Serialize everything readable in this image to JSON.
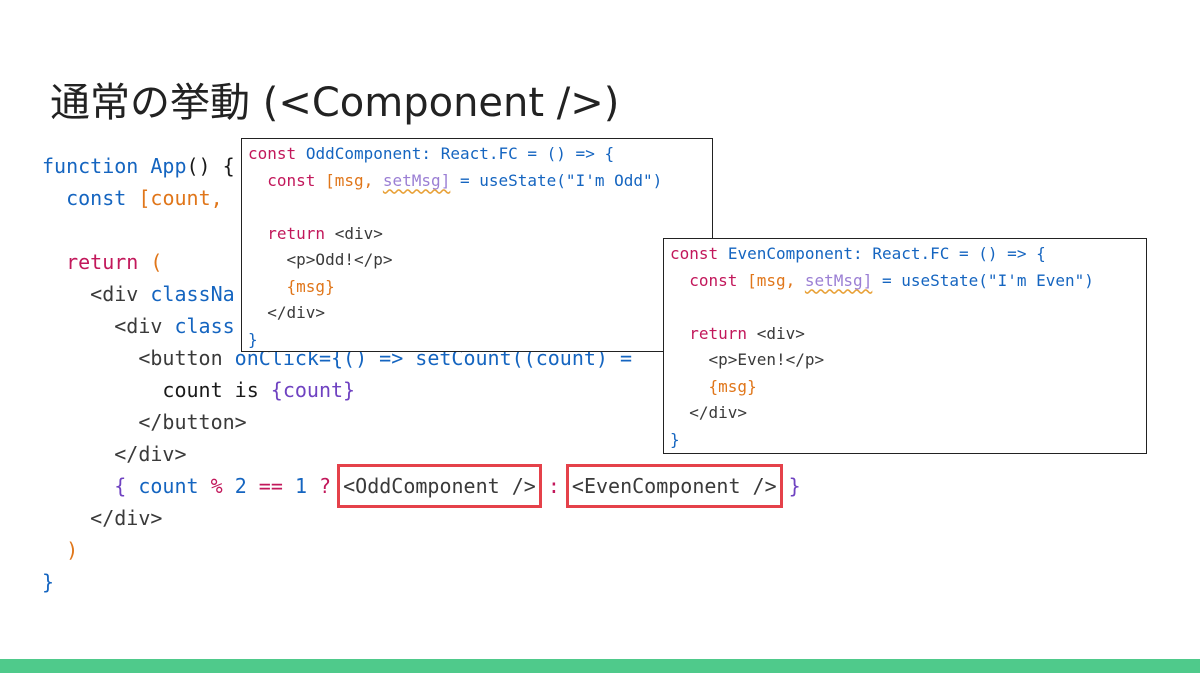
{
  "title": "通常の挙動 (<Component />)",
  "main_code": {
    "l1": {
      "kw": "function",
      "fn": "App",
      "rest": "() {"
    },
    "l2": {
      "kw": "const",
      "rest": "[count,"
    },
    "l4": {
      "kw": "return",
      "paren": "("
    },
    "l5": {
      "tag": "<div",
      "attr": "classNa"
    },
    "l6": {
      "tag": "<div",
      "attr": "class"
    },
    "l7": {
      "tag": "<button",
      "attr": "onClick={() => setCount((count) ="
    },
    "l8": {
      "text": "count is",
      "expr": "{count}"
    },
    "l9": {
      "text": "</button>"
    },
    "l10": {
      "text": "</div>"
    },
    "l11": {
      "open": "{",
      "ident": "count",
      "op": "%",
      "n2": "2",
      "eq": "==",
      "n1": "1",
      "q": "?",
      "odd": "<OddComponent />",
      "colon": ":",
      "even": "<EvenComponent />",
      "close": "}"
    },
    "l12": {
      "text": "</div>"
    },
    "l13": {
      "text": ")"
    },
    "l14": {
      "text": "}"
    }
  },
  "odd_popup": {
    "l1": {
      "kw": "const",
      "name": "OddComponent:",
      "type": "React.FC",
      "rest": "= () =>",
      "brace": "{"
    },
    "l2": {
      "kw": "const",
      "a": "[msg,",
      "b": "setMsg]",
      "c": "= useState(\"I'm Odd\")"
    },
    "l4": {
      "kw": "return",
      "tag": "<div>"
    },
    "l5": {
      "text": "<p>Odd!</p>"
    },
    "l6": {
      "text": "{msg}"
    },
    "l7": {
      "text": "</div>"
    },
    "l8": {
      "text": "}"
    }
  },
  "even_popup": {
    "l1": {
      "kw": "const",
      "name": "EvenComponent:",
      "type": "React.FC",
      "rest": "= () =>",
      "brace": "{"
    },
    "l2": {
      "kw": "const",
      "a": "[msg,",
      "b": "setMsg]",
      "c": "= useState(\"I'm Even\")"
    },
    "l4": {
      "kw": "return",
      "tag": "<div>"
    },
    "l5": {
      "text": "<p>Even!</p>"
    },
    "l6": {
      "text": "{msg}"
    },
    "l7": {
      "text": "</div>"
    },
    "l8": {
      "text": "}"
    }
  },
  "colors": {
    "accent": "#4fca8b",
    "highlight": "#e5414a"
  }
}
